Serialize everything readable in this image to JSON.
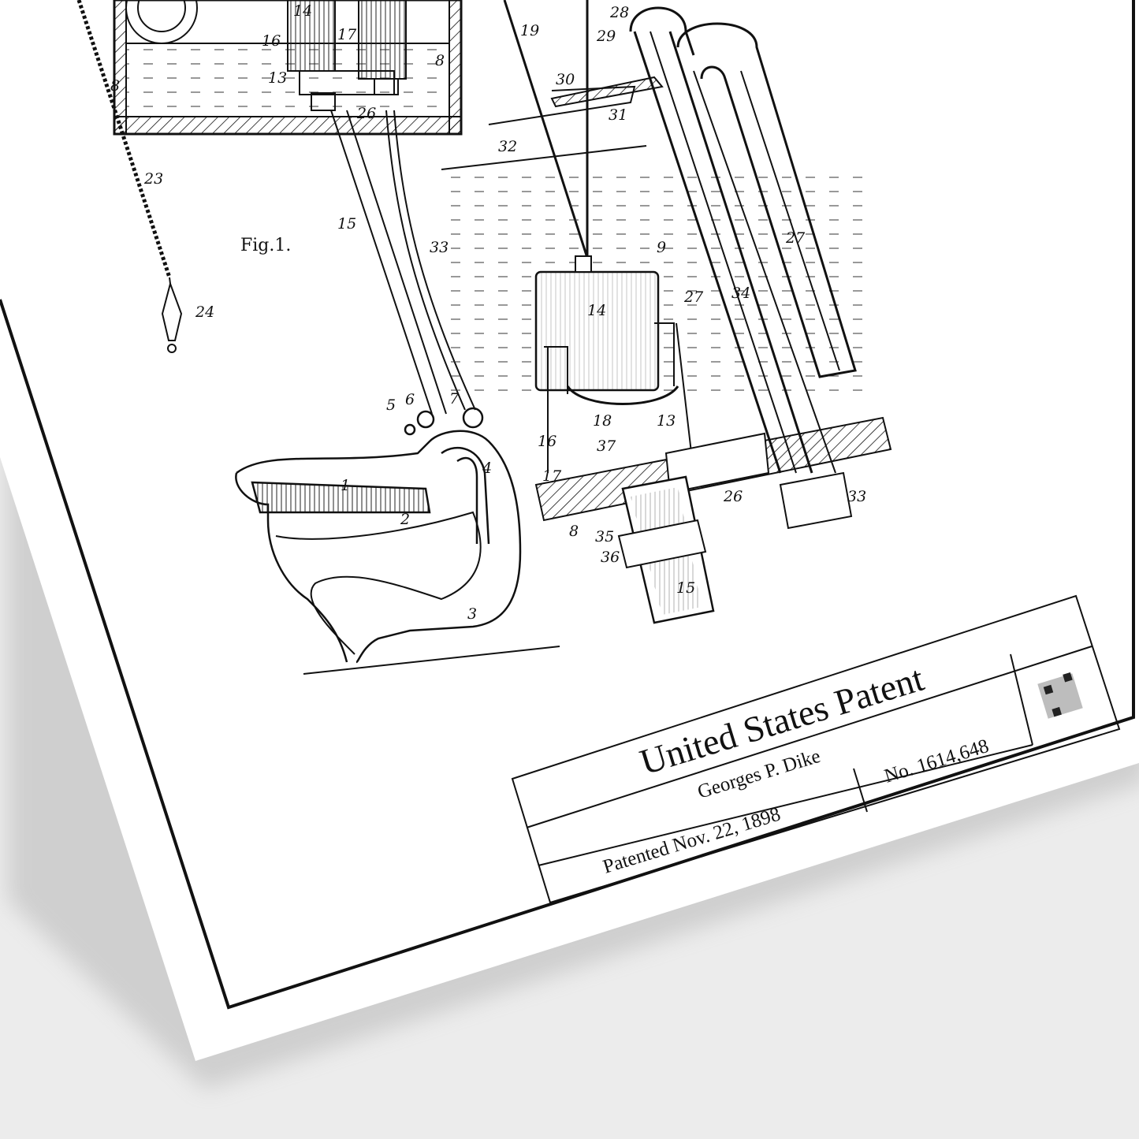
{
  "poster": {
    "figure_label": "Fig.1.",
    "part_labels": [
      "28",
      "29",
      "30",
      "31",
      "32",
      "19",
      "8",
      "8",
      "16",
      "14",
      "17",
      "13",
      "26",
      "23",
      "15",
      "33",
      "9",
      "27",
      "27",
      "34",
      "14",
      "24",
      "5",
      "6",
      "7",
      "4",
      "1",
      "2",
      "3",
      "18",
      "16",
      "13",
      "37",
      "17",
      "26",
      "33",
      "8",
      "35",
      "36",
      "15"
    ],
    "title_block": {
      "title": "United States Patent",
      "inventor": "Georges P. Dike",
      "patent_number": "No. 1614,648",
      "date": "Patented Nov. 22, 1898"
    },
    "qr_code": "qr-code"
  },
  "colors": {
    "paper": "#ffffff",
    "ink": "#111111",
    "background": "#ececec"
  }
}
